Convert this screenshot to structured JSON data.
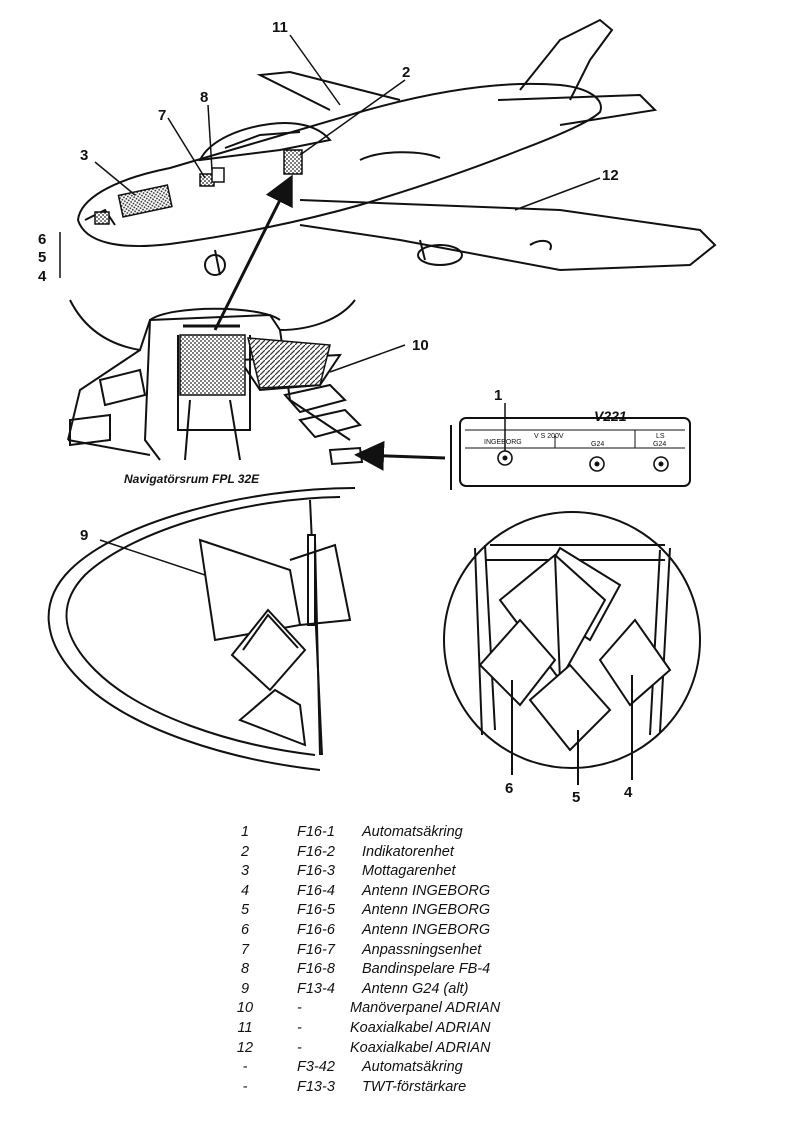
{
  "callouts": {
    "n1": "1",
    "n2": "2",
    "n3": "3",
    "n4": "4",
    "n5": "5",
    "n6": "6",
    "n7": "7",
    "n8": "8",
    "n9": "9",
    "n10": "10",
    "n11": "11",
    "n12": "12",
    "antenna6": "6",
    "antenna5": "5",
    "antenna4": "4"
  },
  "navigator_caption": "Navigatörsrum FPL 32E",
  "panel": {
    "title": "V221",
    "ingeborg": "INGEBORG",
    "vs": "V S 200V",
    "g24": "G24",
    "ls": "LS",
    "ls_g24": "G24"
  },
  "legend": [
    {
      "num": "1",
      "code": "F16-1",
      "label": "Automatsäkring"
    },
    {
      "num": "2",
      "code": "F16-2",
      "label": "Indikatorenhet"
    },
    {
      "num": "3",
      "code": "F16-3",
      "label": "Mottagarenhet"
    },
    {
      "num": "4",
      "code": "F16-4",
      "label": "Antenn INGEBORG"
    },
    {
      "num": "5",
      "code": "F16-5",
      "label": "Antenn INGEBORG"
    },
    {
      "num": "6",
      "code": "F16-6",
      "label": "Antenn INGEBORG"
    },
    {
      "num": "7",
      "code": "F16-7",
      "label": "Anpassningsenhet"
    },
    {
      "num": "8",
      "code": "F16-8",
      "label": "Bandinspelare FB-4"
    },
    {
      "num": "9",
      "code": "F13-4",
      "label": "Antenn G24 (alt)"
    },
    {
      "num": "10",
      "code": "-",
      "label": "Manöverpanel ADRIAN"
    },
    {
      "num": "11",
      "code": "-",
      "label": "Koaxialkabel ADRIAN"
    },
    {
      "num": "12",
      "code": "-",
      "label": "Koaxialkabel ADRIAN"
    },
    {
      "num": "-",
      "code": "F3-42",
      "label": "Automatsäkring"
    },
    {
      "num": "-",
      "code": "F13-3",
      "label": "TWT-förstärkare"
    }
  ]
}
